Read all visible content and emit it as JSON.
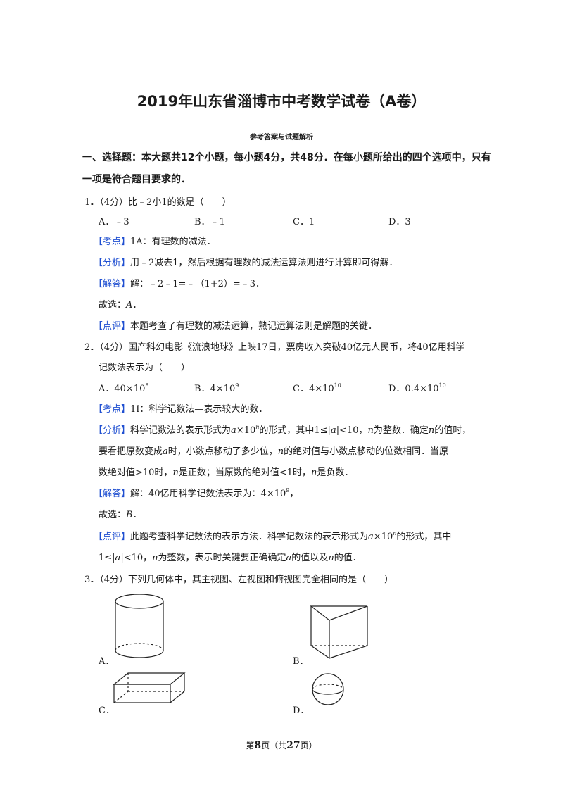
{
  "header": {
    "title": "2019年山东省淄博市中考数学试卷（A卷）",
    "subtitle": "参考答案与试题解析"
  },
  "section": {
    "line1": "一、选择题：本大题共12个小题，每小题4分，共48分．在每小题所给出的四个选项中，只有",
    "line2": "一项是符合题目要求的．"
  },
  "q1": {
    "stem": "1．（4分）比﹣2小1的数是（　　）",
    "options": [
      "A．﹣3",
      "B．﹣1",
      "C．1",
      "D．3"
    ],
    "kaodian_tag": "【考点】",
    "kaodian": "1A：有理数的减法．",
    "fenxi_tag": "【分析】",
    "fenxi": "用﹣2减去1，然后根据有理数的减法运算法则进行计算即可得解．",
    "jieda_tag": "【解答】",
    "jieda": "解：﹣2﹣1=﹣（1+2）=﹣3．",
    "guxuan_prefix": "故选：",
    "guxuan_letter": "A",
    "guxuan_suffix": "．",
    "dianping_tag": "【点评】",
    "dianping": "本题考查了有理数的减法运算，熟记运算法则是解题的关键．"
  },
  "q2": {
    "stem": "2．（4分）国产科幻电影《流浪地球》上映17日，票房收入突破40亿元人民币，将40亿用科学",
    "stem2": "记数法表示为（　　）",
    "optA": "A．40×10",
    "optA_exp": "8",
    "optB": "B．4×10",
    "optB_exp": "9",
    "optC": "C．4×10",
    "optC_exp": "10",
    "optD": "D．0.4×10",
    "optD_exp": "10",
    "kaodian_tag": "【考点】",
    "kaodian": "1I：科学记数法—表示较大的数．",
    "fenxi_tag": "【分析】",
    "fenxi_p1": "科学记数法的表示形式为",
    "fenxi_a": "a",
    "fenxi_times10": "×10",
    "fenxi_n": "n",
    "fenxi_p2": "的形式，其中1≤|",
    "fenxi_a2": "a",
    "fenxi_p3": "|<10，",
    "fenxi_n2": "n",
    "fenxi_p4": "为整数．确定",
    "fenxi_n3": "n",
    "fenxi_p5": "的值时，",
    "fenxi_l2_p1": "要看把原数变成",
    "fenxi_l2_a": "a",
    "fenxi_l2_p2": "时，小数点移动了多少位，",
    "fenxi_l2_n": "n",
    "fenxi_l2_p3": "的绝对值与小数点移动的位数相同．当原",
    "fenxi_l3_p1": "数绝对值>10时，",
    "fenxi_l3_n": "n",
    "fenxi_l3_p2": "是正数；当原数的绝对值<1时，",
    "fenxi_l3_n2": "n",
    "fenxi_l3_p3": "是负数．",
    "jieda_tag": "【解答】",
    "jieda": "解：40亿用科学记数法表示为：4×10",
    "jieda_exp": "9",
    "jieda_end": "，",
    "guxuan_prefix": "故选：",
    "guxuan_letter": "B",
    "guxuan_suffix": "．",
    "dianping_tag": "【点评】",
    "dianping_p1": "此题考查科学记数法的表示方法．科学记数法的表示形式为",
    "dianping_a": "a",
    "dianping_times10": "×10",
    "dianping_n": "n",
    "dianping_p2": "的形式，其中",
    "dianping_l2_p1": "1≤|",
    "dianping_l2_a": "a",
    "dianping_l2_p2": "|<10，",
    "dianping_l2_n": "n",
    "dianping_l2_p3": "为整数，表示时关键要正确确定",
    "dianping_l2_a2": "a",
    "dianping_l2_p4": "的值以及",
    "dianping_l2_n2": "n",
    "dianping_l2_p5": "的值．"
  },
  "q3": {
    "stem": "3．（4分）下列几何体中，其主视图、左视图和俯视图完全相同的是（　　）",
    "labelA": "A．",
    "labelB": "B．",
    "labelC": "C．",
    "labelD": "D．"
  },
  "footer": {
    "prefix": "第",
    "page": "8",
    "middle": "页（共",
    "total": "27",
    "suffix": "页）"
  },
  "colors": {
    "tag": "#1f4fd1",
    "text": "#1a1a1a"
  }
}
